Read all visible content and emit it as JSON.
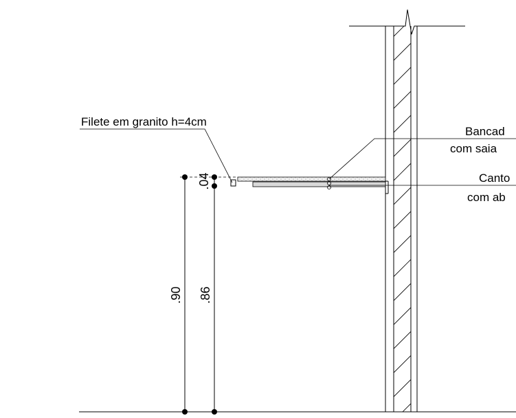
{
  "labels": {
    "filete": "Filete em granito  h=4cm",
    "bancada_line1": "Bancad",
    "bancada_line2": "com saia",
    "canto_line1": "Canto",
    "canto_line2": "com ab"
  },
  "dimensions": {
    "total_height": ".90",
    "counter_height": ".86",
    "top_thickness": ".04"
  },
  "colors": {
    "line": "#000000",
    "background": "#ffffff",
    "stone_fill": "#d9d9d9"
  }
}
